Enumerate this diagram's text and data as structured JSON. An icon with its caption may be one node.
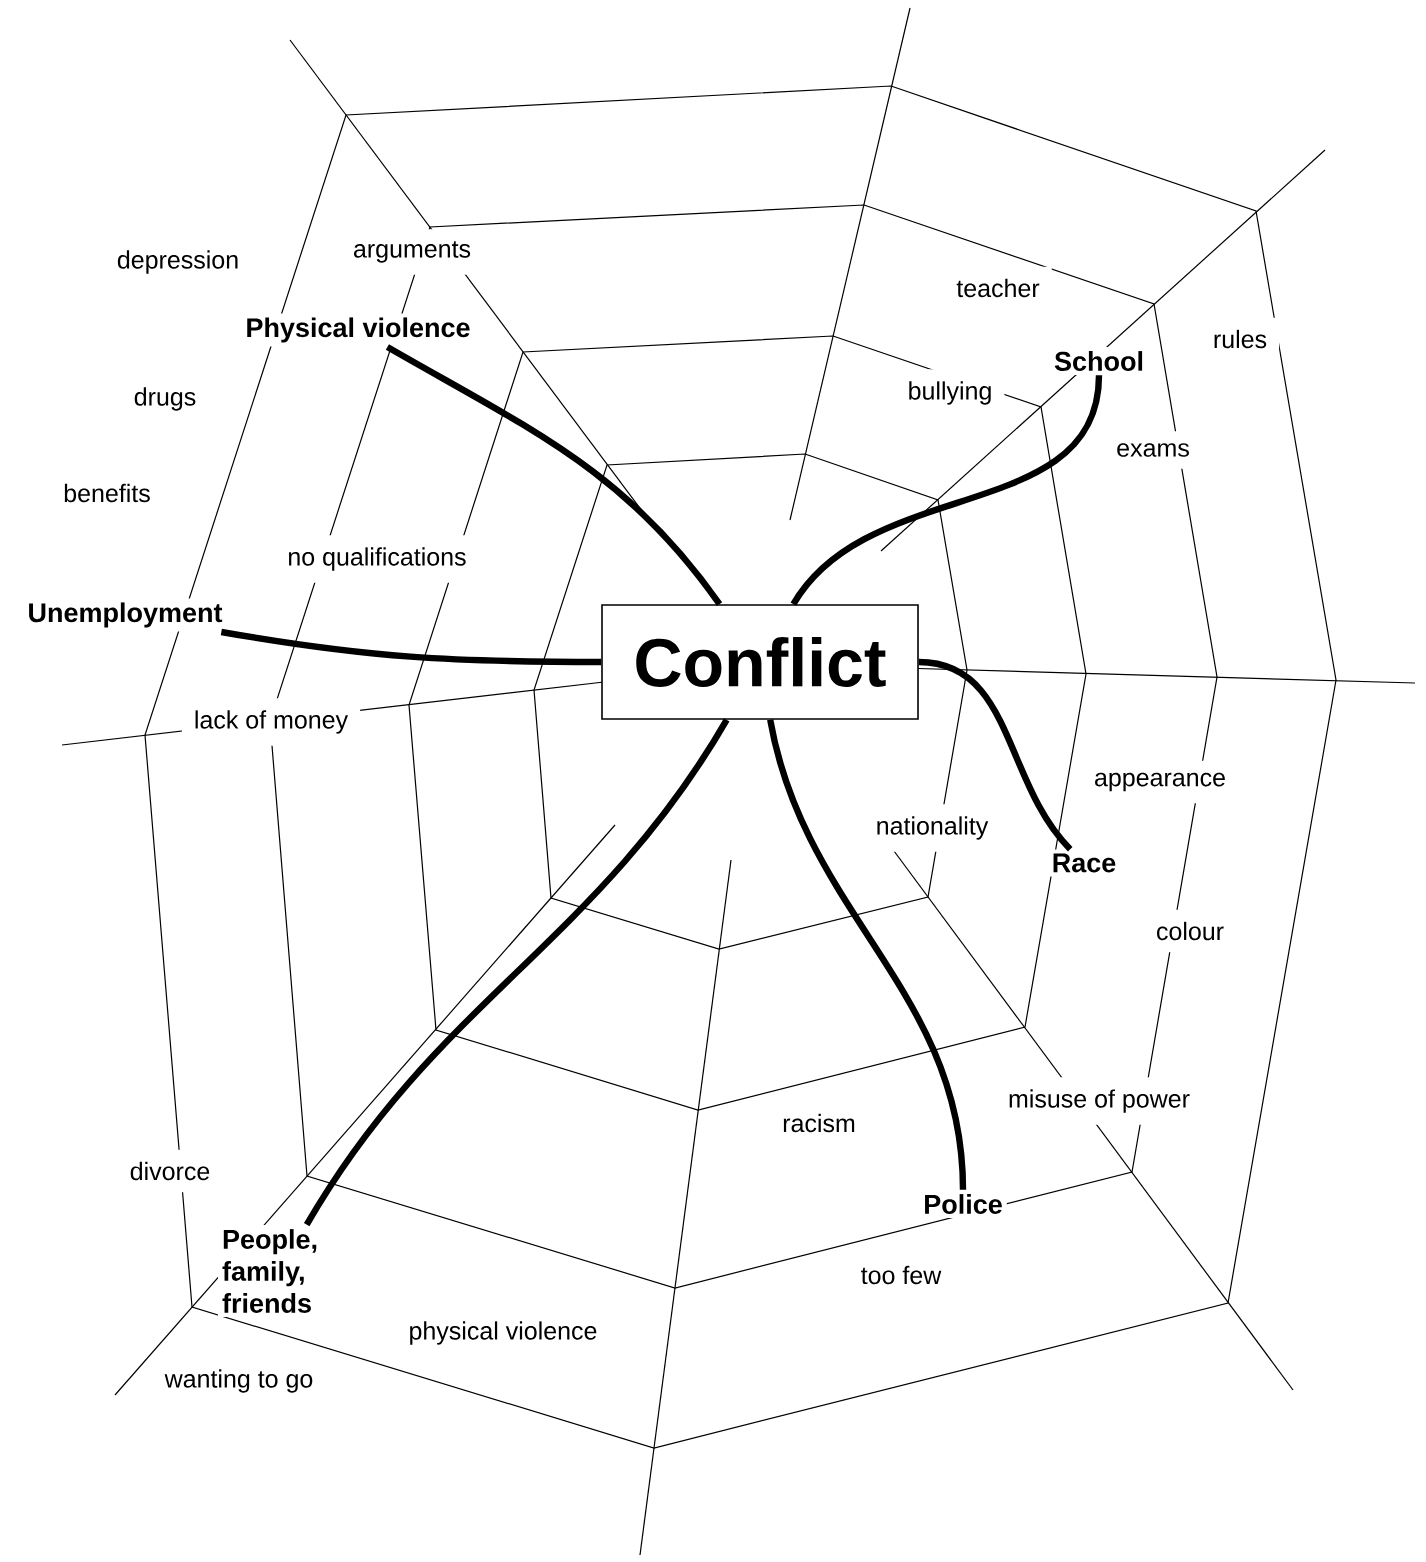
{
  "diagram": {
    "nodes": [
      {
        "text": [
          "Physical violence"
        ]
      },
      {
        "text": [
          "School"
        ]
      },
      {
        "text": [
          "Unemployment"
        ]
      },
      {
        "text": [
          "Conflict"
        ]
      },
      {
        "text": [
          "Race"
        ]
      },
      {
        "text": [
          "Police"
        ]
      },
      {
        "text": [
          "People, family, friends"
        ]
      }
    ],
    "edges": [
      {
        "from": 3,
        "to": 0,
        "arrow": "none"
      },
      {
        "from": 3,
        "to": 1,
        "arrow": "none"
      },
      {
        "from": 3,
        "to": 2,
        "arrow": "none"
      },
      {
        "from": 3,
        "to": 4,
        "arrow": "none"
      },
      {
        "from": 3,
        "to": 5,
        "arrow": "none"
      },
      {
        "from": 3,
        "to": 6,
        "arrow": "none"
      }
    ],
    "labels": [
      "depression",
      "arguments",
      "teacher",
      "rules",
      "drugs",
      "bullying",
      "exams",
      "benefits",
      "no qualifications",
      "lack of money",
      "appearance",
      "nationality",
      "colour",
      "misuse of power",
      "racism",
      "divorce",
      "too few",
      "physical violence",
      "wanting to go"
    ]
  }
}
